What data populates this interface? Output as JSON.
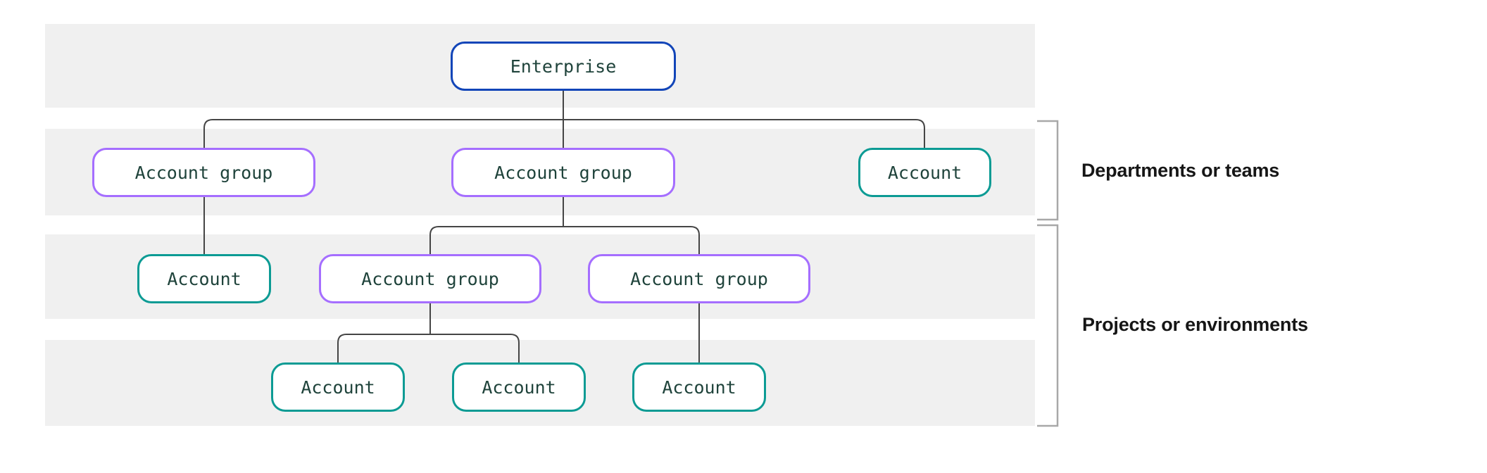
{
  "colors": {
    "band": "#f0f0f0",
    "nodeBg": "#ffffff",
    "nodeText": "#1f433b",
    "enterpriseBorder": "#1245b8",
    "accountGroupBorder": "#a56eff",
    "accountBorder": "#0c9b94",
    "connector": "#454545",
    "bracket": "#a8a8a8",
    "labelText": "#161616"
  },
  "nodes": {
    "enterprise": {
      "label": "Enterprise"
    },
    "level1": [
      {
        "label": "Account group"
      },
      {
        "label": "Account group"
      },
      {
        "label": "Account"
      }
    ],
    "level2": [
      {
        "label": "Account"
      },
      {
        "label": "Account group"
      },
      {
        "label": "Account group"
      }
    ],
    "level3": [
      {
        "label": "Account"
      },
      {
        "label": "Account"
      },
      {
        "label": "Account"
      }
    ]
  },
  "annotations": {
    "departments": "Departments or teams",
    "projects": "Projects or environments"
  }
}
